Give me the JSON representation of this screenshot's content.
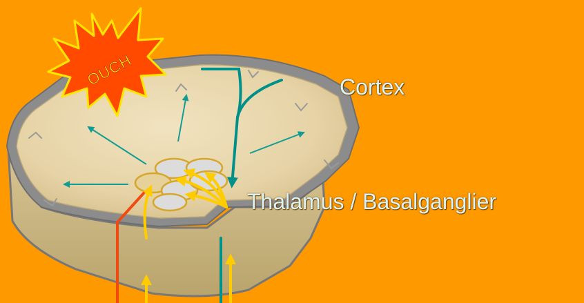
{
  "labels": {
    "cortex": "Cortex",
    "thalamus": "Thalamus / Basalganglier",
    "ouch": "OUCH"
  },
  "colors": {
    "background": "#ff9900",
    "tissue": "#ead9b0",
    "rim": "#8c8c8c",
    "pain_signal": "#f04a10",
    "sensory_input": "#ffcc00",
    "motor_pathway": "#00908a",
    "projection_arrows": "#139c94",
    "burst": "#ff4a00"
  }
}
